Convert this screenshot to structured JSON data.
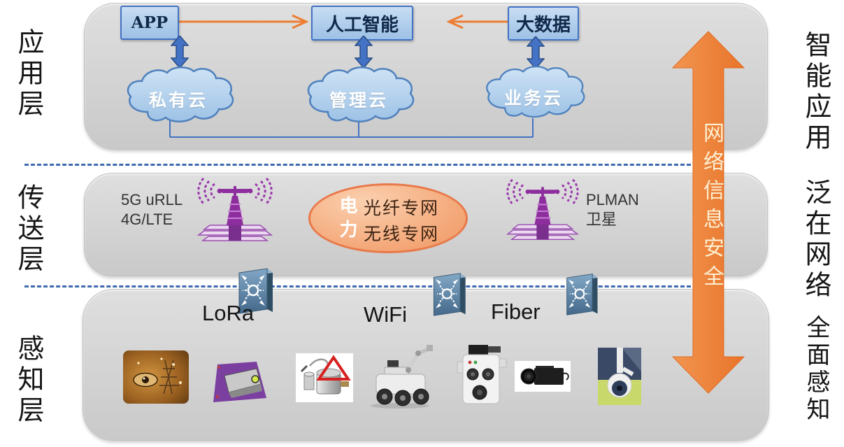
{
  "colors": {
    "layer_fill": "#D4D4D4",
    "node_fill": "#AECCEA",
    "node_border": "#4472C4",
    "cloud_fill": "#B9D4EE",
    "cloud_border": "#4F81BD",
    "orange_accent": "#ED7D31",
    "ellipse_fill": "#F5AE82",
    "ellipse_border": "#E8794A",
    "dashed_line_blue": "#3E6AB0",
    "switch_icon_blue": "#4A7191",
    "antenna_purple": "#8E2E9E",
    "banner_text_color": "#FDEFD2"
  },
  "left_labels": {
    "application": "应用层",
    "transport": "传送层",
    "perception": "感知层"
  },
  "right_labels": {
    "application": "智能应用",
    "transport": "泛在网络",
    "perception": "全面感知"
  },
  "security_arrow": {
    "text": "网络信息安全"
  },
  "application_layer": {
    "nodes": [
      {
        "label": "APP"
      },
      {
        "label": "人工智能"
      },
      {
        "label": "大数据"
      }
    ],
    "clouds": [
      {
        "label": "私有云"
      },
      {
        "label": "管理云"
      },
      {
        "label": "业务云"
      }
    ]
  },
  "transport_layer": {
    "left_tech_lines": [
      "5G uRLL",
      "4G/LTE"
    ],
    "ellipse": {
      "side_label": "电力",
      "lines": [
        "光纤专网",
        "无线专网"
      ]
    },
    "right_tech_lines": [
      "PLMAN",
      "卫星"
    ]
  },
  "perception_layer": {
    "network_labels": [
      "LoRa",
      "WiFi",
      "Fiber"
    ],
    "device_icons": [
      "smart-grid-eye-image",
      "purple-surveillance-camera-image",
      "industrial-sensor-image",
      "wheeled-inspection-robot-image",
      "rail-inspection-robot-image",
      "industrial-camera-image",
      "dome-camera-image"
    ]
  }
}
